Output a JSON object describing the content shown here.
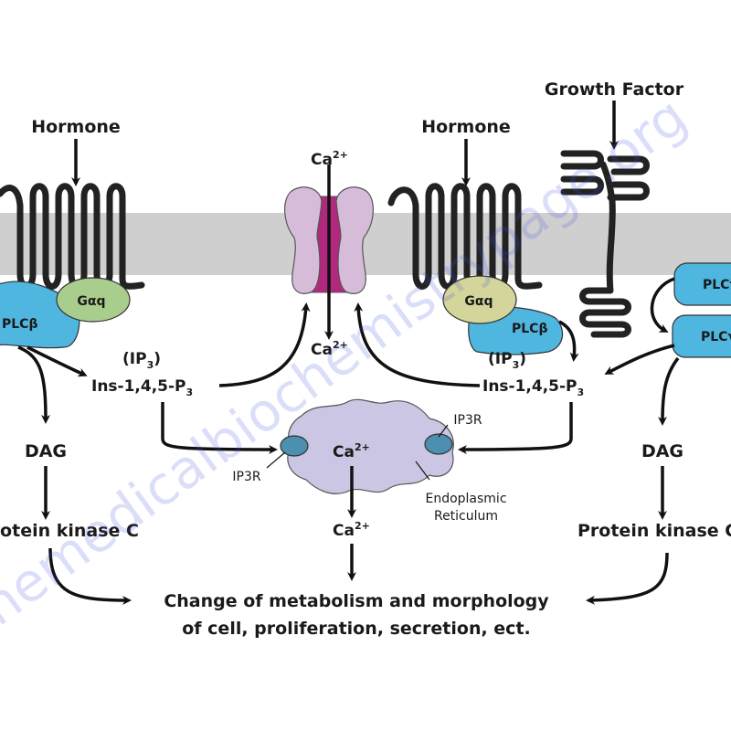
{
  "labels": {
    "hormone_left": "Hormone",
    "hormone_right": "Hormone",
    "growth_factor": "Growth Factor",
    "ca_top": "Ca",
    "ca_top_sup": "2+",
    "ca_channel_out": "Ca",
    "ca_channel_out_sup": "2+",
    "ca_er": "Ca",
    "ca_er_sup": "2+",
    "ca_bottom": "Ca",
    "ca_bottom_sup": "2+",
    "ip3_left": "(IP",
    "ip3_left_sub": "3",
    "ip3_left_close": ")",
    "ins_left": "Ins-1,4,5-P",
    "ins_left_sub": "3",
    "ip3_right": "(IP",
    "ip3_right_sub": "3",
    "ip3_right_close": ")",
    "ins_right": "Ins-1,4,5-P",
    "ins_right_sub": "3",
    "dag_left": "DAG",
    "dag_right": "DAG",
    "pkc_left": "Protein kinase C",
    "pkc_right": "Protein kinase C",
    "ip3r_left": "IP3R",
    "ip3r_right": "IP3R",
    "er_line1": "Endoplasmic",
    "er_line2": "Reticulum",
    "outcome_line1": "Change of metabolism and morphology",
    "outcome_line2": "of cell, proliferation, secretion, ect."
  },
  "proteins": {
    "gaq_left": "Gαq",
    "plcb_left": "PLCβ",
    "gaq_right": "Gαq",
    "plcb_right": "PLCβ",
    "plc_top_right": "PLCγ",
    "plc_bottom_right": "PLCγ"
  },
  "watermark": "themedicalbiochemistrypage.org",
  "colors": {
    "membrane": "#cfcfcf",
    "plc": "#4fb6df",
    "gaq_left": "#a9cd8c",
    "gaq_right": "#d3d59a",
    "channel": "#d6bcd9",
    "channel_pore": "#b3287f",
    "er": "#cbc6e3",
    "ip3r": "#4d8fae",
    "watermark": "#3b4fe0"
  }
}
